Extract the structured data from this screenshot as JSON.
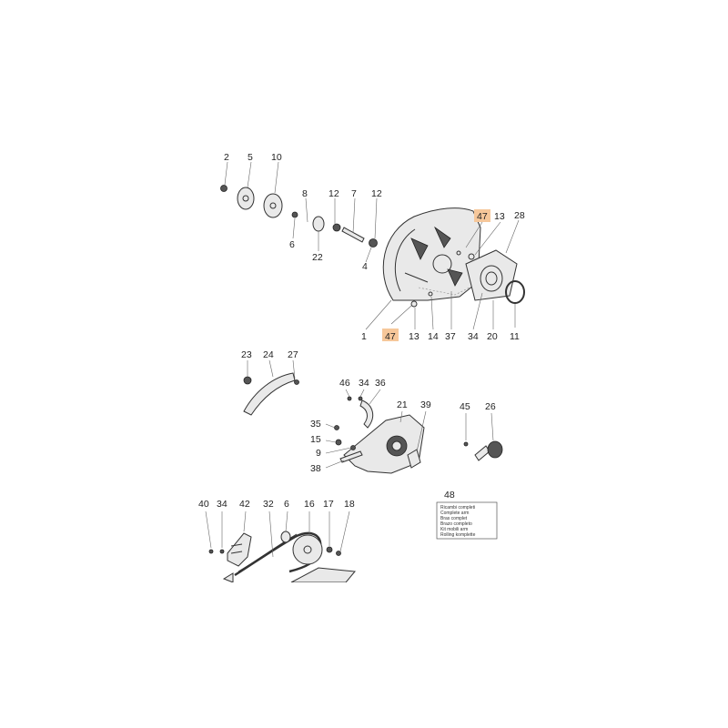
{
  "callouts": {
    "c2": "2",
    "c5": "5",
    "c10": "10",
    "c8": "8",
    "c12a": "12",
    "c7": "7",
    "c12b": "12",
    "c6a": "6",
    "c22": "22",
    "c4": "4",
    "c47a": "47",
    "c13a": "13",
    "c28": "28",
    "c1": "1",
    "c47b": "47",
    "c13b": "13",
    "c14": "14",
    "c37": "37",
    "c34a": "34",
    "c20": "20",
    "c11": "11",
    "c23": "23",
    "c24": "24",
    "c27": "27",
    "c46": "46",
    "c34b": "34",
    "c36": "36",
    "c21": "21",
    "c39": "39",
    "c45": "45",
    "c26": "26",
    "c35": "35",
    "c15": "15",
    "c9": "9",
    "c38": "38",
    "c48": "48",
    "c40": "40",
    "c34c": "34",
    "c42": "42",
    "c32": "32",
    "c6b": "6",
    "c16": "16",
    "c17": "17",
    "c18": "18"
  },
  "kit_lines": [
    "Ricambi completi",
    "Complete arm",
    "Bras complet",
    "Brazo completo",
    "Kit mobili arm",
    "Rolling komplette"
  ],
  "colors": {
    "highlight": "#f6c79a"
  }
}
